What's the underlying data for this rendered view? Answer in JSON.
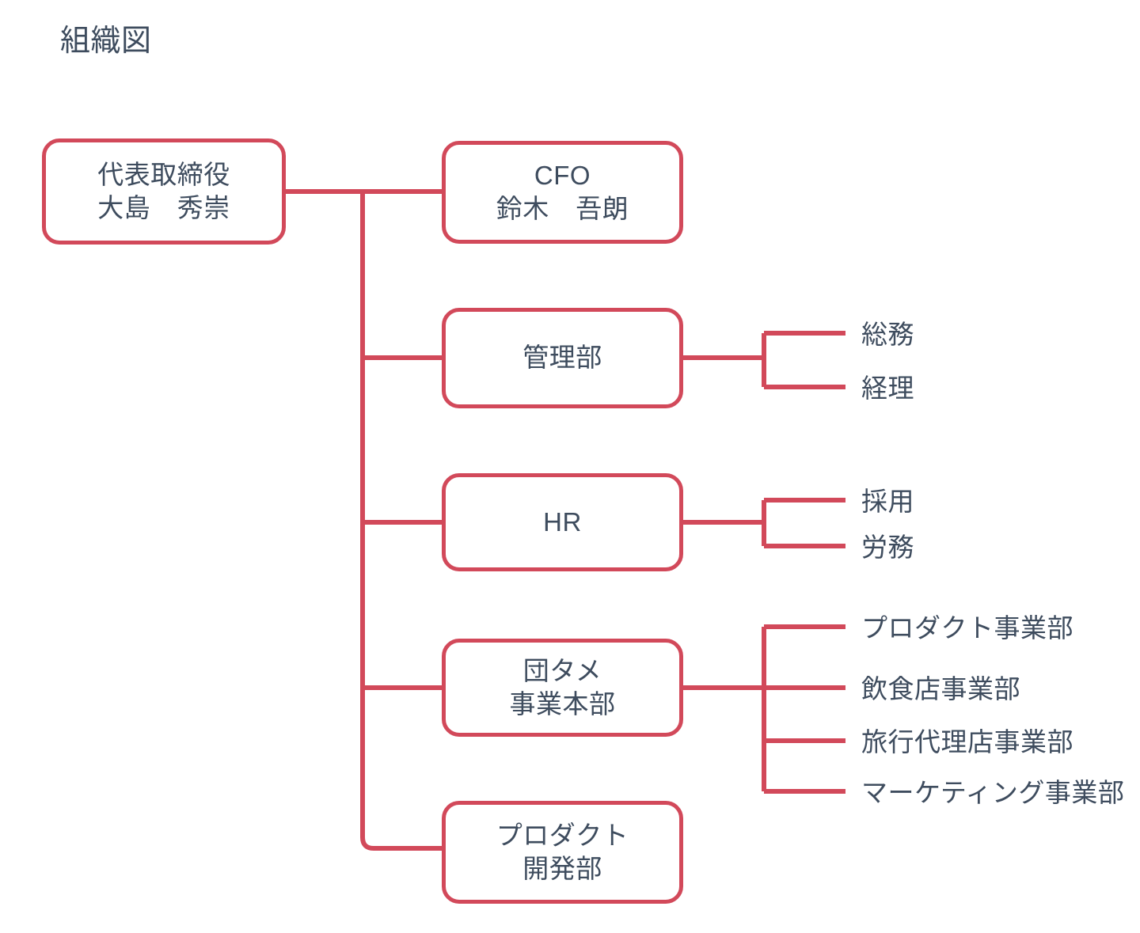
{
  "title": "組織図",
  "colors": {
    "connector": "#d2495a",
    "box_border": "#d2495a",
    "text": "#3e4c5e",
    "background": "#ffffff"
  },
  "org": {
    "root": {
      "title_line": "代表取締役",
      "name_line": "大島　秀崇"
    },
    "branches": [
      {
        "id": "cfo",
        "title_line": "CFO",
        "name_line": "鈴木　吾朗",
        "children": []
      },
      {
        "id": "admin",
        "title_line": "管理部",
        "name_line": "",
        "children": [
          {
            "label": "総務"
          },
          {
            "label": "経理"
          }
        ]
      },
      {
        "id": "hr",
        "title_line": "HR",
        "name_line": "",
        "children": [
          {
            "label": "採用"
          },
          {
            "label": "労務"
          }
        ]
      },
      {
        "id": "dantame",
        "title_line": "団タメ",
        "name_line": "事業本部",
        "children": [
          {
            "label": "プロダクト事業部"
          },
          {
            "label": "飲食店事業部"
          },
          {
            "label": "旅行代理店事業部"
          },
          {
            "label": "マーケティング事業部"
          }
        ]
      },
      {
        "id": "product",
        "title_line": "プロダクト",
        "name_line": "開発部",
        "children": []
      }
    ]
  }
}
